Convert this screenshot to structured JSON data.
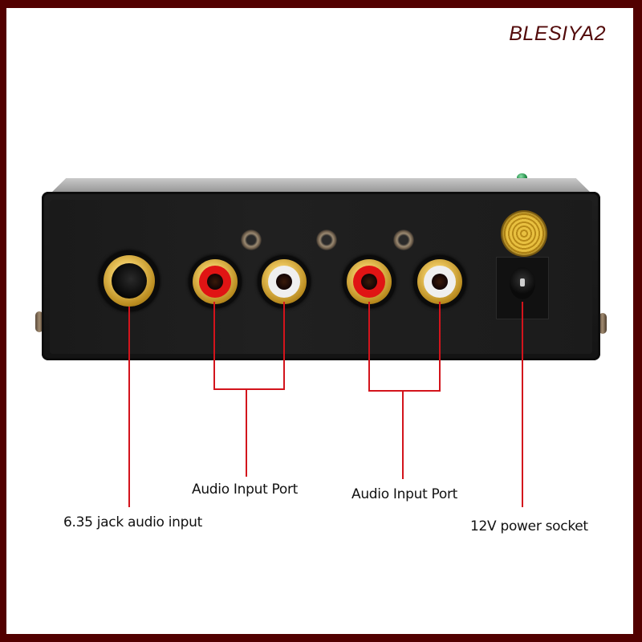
{
  "watermark": {
    "brand": "BLESIYA2"
  },
  "colors": {
    "frame": "#520000",
    "background": "#ffffff",
    "callout_line": "#d3141c",
    "device_body": "#1a1a1a",
    "gold": "#d4a83a",
    "rca_red": "#e01414",
    "rca_white": "#efefef",
    "led_green": "#1f8a44"
  },
  "device": {
    "description": "Black metal audio preamp box, rear panel view",
    "ports": [
      {
        "id": "jack_635",
        "type": "6.35mm jack"
      },
      {
        "id": "rca_1_red",
        "type": "RCA",
        "color": "red"
      },
      {
        "id": "rca_1_white",
        "type": "RCA",
        "color": "white"
      },
      {
        "id": "rca_2_red",
        "type": "RCA",
        "color": "red"
      },
      {
        "id": "rca_2_white",
        "type": "RCA",
        "color": "white"
      },
      {
        "id": "gnd_knob",
        "type": "gold knurled ground terminal"
      },
      {
        "id": "dc_power",
        "type": "DC power socket"
      }
    ],
    "indicator": "green LED"
  },
  "callouts": {
    "jack": "6.35 jack audio input",
    "rca_group_1": "Audio Input Port",
    "rca_group_2": "Audio Input Port",
    "power": "12V power socket"
  }
}
